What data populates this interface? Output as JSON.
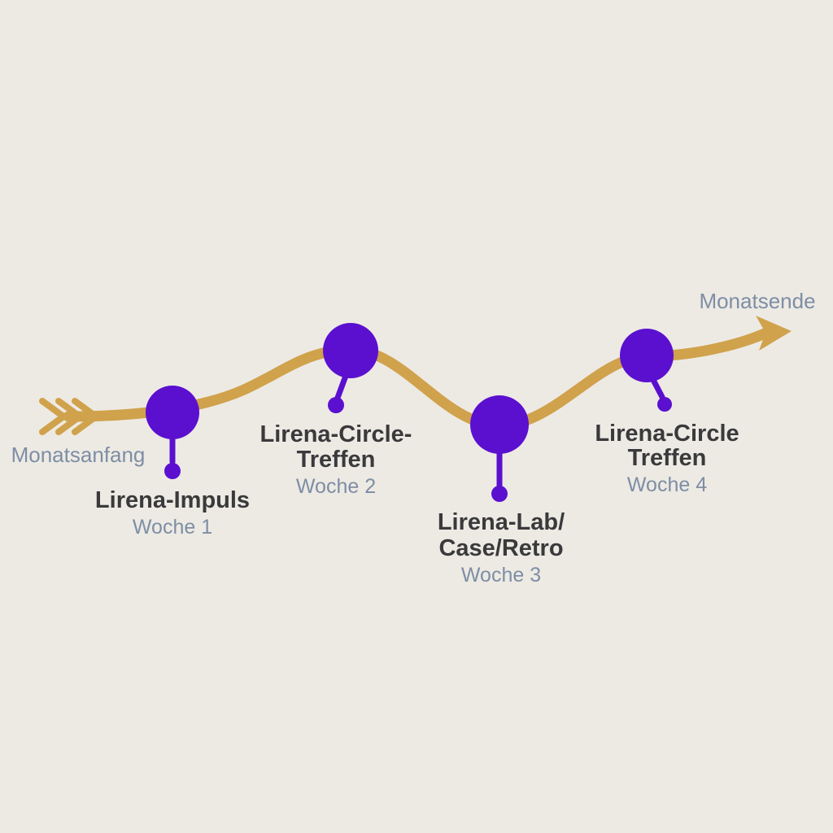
{
  "diagram": {
    "background_color": "#EDEAE4",
    "line_color": "#D0A24C",
    "node_color": "#5B10CF",
    "title_color": "#3A3A3C",
    "muted_color": "#7E8EA4",
    "start_label": "Monatsanfang",
    "end_label": "Monatsende"
  },
  "milestones": [
    {
      "title_line1": "Lirena-Impuls",
      "title_line2": "",
      "week": "Woche 1"
    },
    {
      "title_line1": "Lirena-Circle-",
      "title_line2": "Treffen",
      "week": "Woche 2"
    },
    {
      "title_line1": "Lirena-Lab/",
      "title_line2": "Case/Retro",
      "week": "Woche 3"
    },
    {
      "title_line1": "Lirena-Circle",
      "title_line2": "Treffen",
      "week": "Woche 4"
    }
  ]
}
